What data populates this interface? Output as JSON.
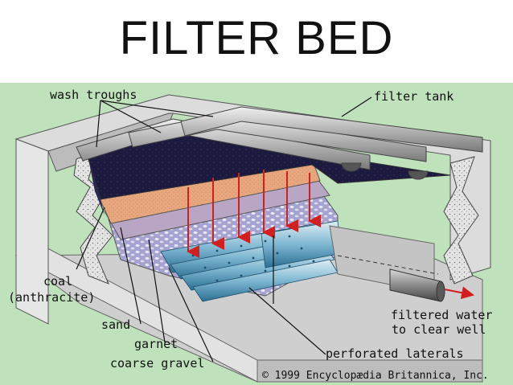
{
  "title": "FILTER BED",
  "labels": {
    "wash_troughs": "wash troughs",
    "filter_tank": "filter tank",
    "coal_line1": "coal",
    "coal_line2": "(anthracite)",
    "sand": "sand",
    "garnet": "garnet",
    "coarse_gravel": "coarse gravel",
    "perforated_laterals": "perforated laterals",
    "filtered_line1": "filtered water",
    "filtered_line2": "to clear well"
  },
  "copyright": "© 1999 Encyclopædia Britannica, Inc.",
  "colors": {
    "background": "#bfe1bc",
    "concrete": "#d9d9d9",
    "coal": "#1c1a3e",
    "sand": "#e8a77f",
    "garnet": "#b9a6c4",
    "gravel": "#a5a3cf",
    "laterals": "#5aa6c8",
    "arrows": "#d21f1f"
  }
}
